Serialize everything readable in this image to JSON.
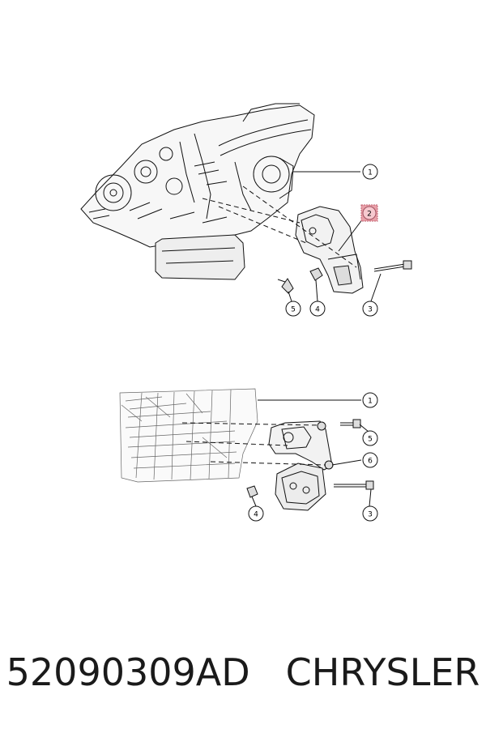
{
  "footer": {
    "part_number": "52090309AD",
    "brand": "CHRYSLER"
  },
  "callouts": {
    "top": {
      "c1": "1",
      "c2": "2",
      "c3": "3",
      "c4": "4",
      "c5": "5"
    },
    "bottom": {
      "c1": "1",
      "c3": "3",
      "c4": "4",
      "c5": "5",
      "c6": "6"
    }
  },
  "highlight_color": "#e8a0a8"
}
